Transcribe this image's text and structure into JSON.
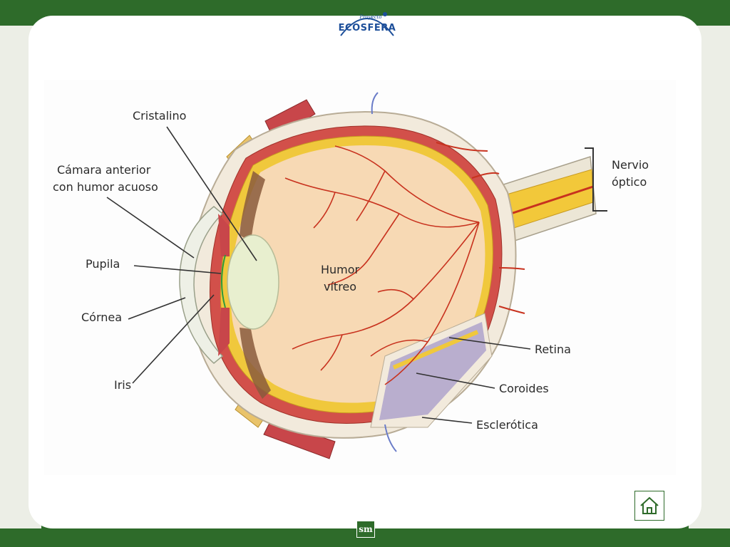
{
  "header": {
    "logo_subtitle": "Proyecto",
    "logo_brand": "ECOSFERA"
  },
  "diagram": {
    "labels": {
      "cristalino": "Cristalino",
      "camara_line1": "Cámara anterior",
      "camara_line2": "con humor acuoso",
      "pupila": "Pupila",
      "cornea": "Córnea",
      "iris": "Iris",
      "humor_line1": "Humor",
      "humor_line2": "vítreo",
      "nervio_line1": "Nervio",
      "nervio_line2": "óptico",
      "retina": "Retina",
      "coroides": "Coroides",
      "esclerotica": "Esclerótica"
    }
  },
  "footer": {
    "publisher_logo": "sm"
  },
  "nav": {
    "home_icon": "home-icon"
  },
  "colors": {
    "frame_green": "#2e6b2a",
    "vitreous": "#f7d9b4",
    "vessels": "#c8321e",
    "retina_yellow": "#f0c83c",
    "choroid_red": "#d2504a",
    "sclera": "#f2eadc",
    "lens": "#e8efcf"
  }
}
